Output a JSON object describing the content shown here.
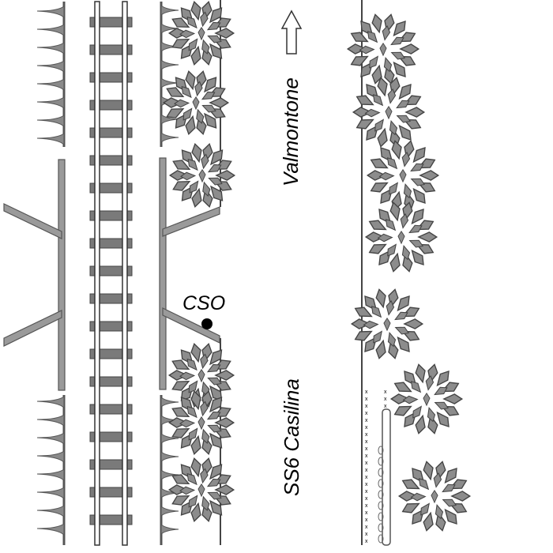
{
  "labels": {
    "station_code": "CSO",
    "road_name": "SS6 Casilina",
    "direction_destination": "Valmontone"
  },
  "map": {
    "features": [
      "railway-track",
      "platform",
      "road",
      "trees",
      "fence",
      "hedge"
    ],
    "icons": [
      "direction-arrow-icon",
      "station-marker-icon",
      "tree-icon",
      "fence-spike-icon"
    ]
  },
  "colors": {
    "tree_fill": "#8c8c8c",
    "line": "#555555",
    "sleeper": "#7a7a7a",
    "marker": "#000000"
  }
}
